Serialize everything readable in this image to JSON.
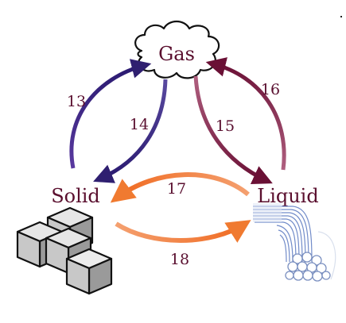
{
  "diagram": {
    "states": {
      "gas": "Gas",
      "solid": "Solid",
      "liquid": "Liquid"
    },
    "transitions": {
      "solid_to_gas": "13",
      "gas_to_solid": "14",
      "gas_to_liquid": "15",
      "liquid_to_gas": "16",
      "liquid_to_solid": "17",
      "solid_to_liquid": "18"
    },
    "colors": {
      "solid_to_gas": "#3a1f7a",
      "gas_to_solid": "#3b2a8a",
      "gas_to_liquid": "#8a3050",
      "liquid_to_gas": "#7a1a3a",
      "liquid_to_solid": "#f07a30",
      "solid_to_liquid": "#f07a30",
      "label_text": "#5a0f2e"
    }
  }
}
